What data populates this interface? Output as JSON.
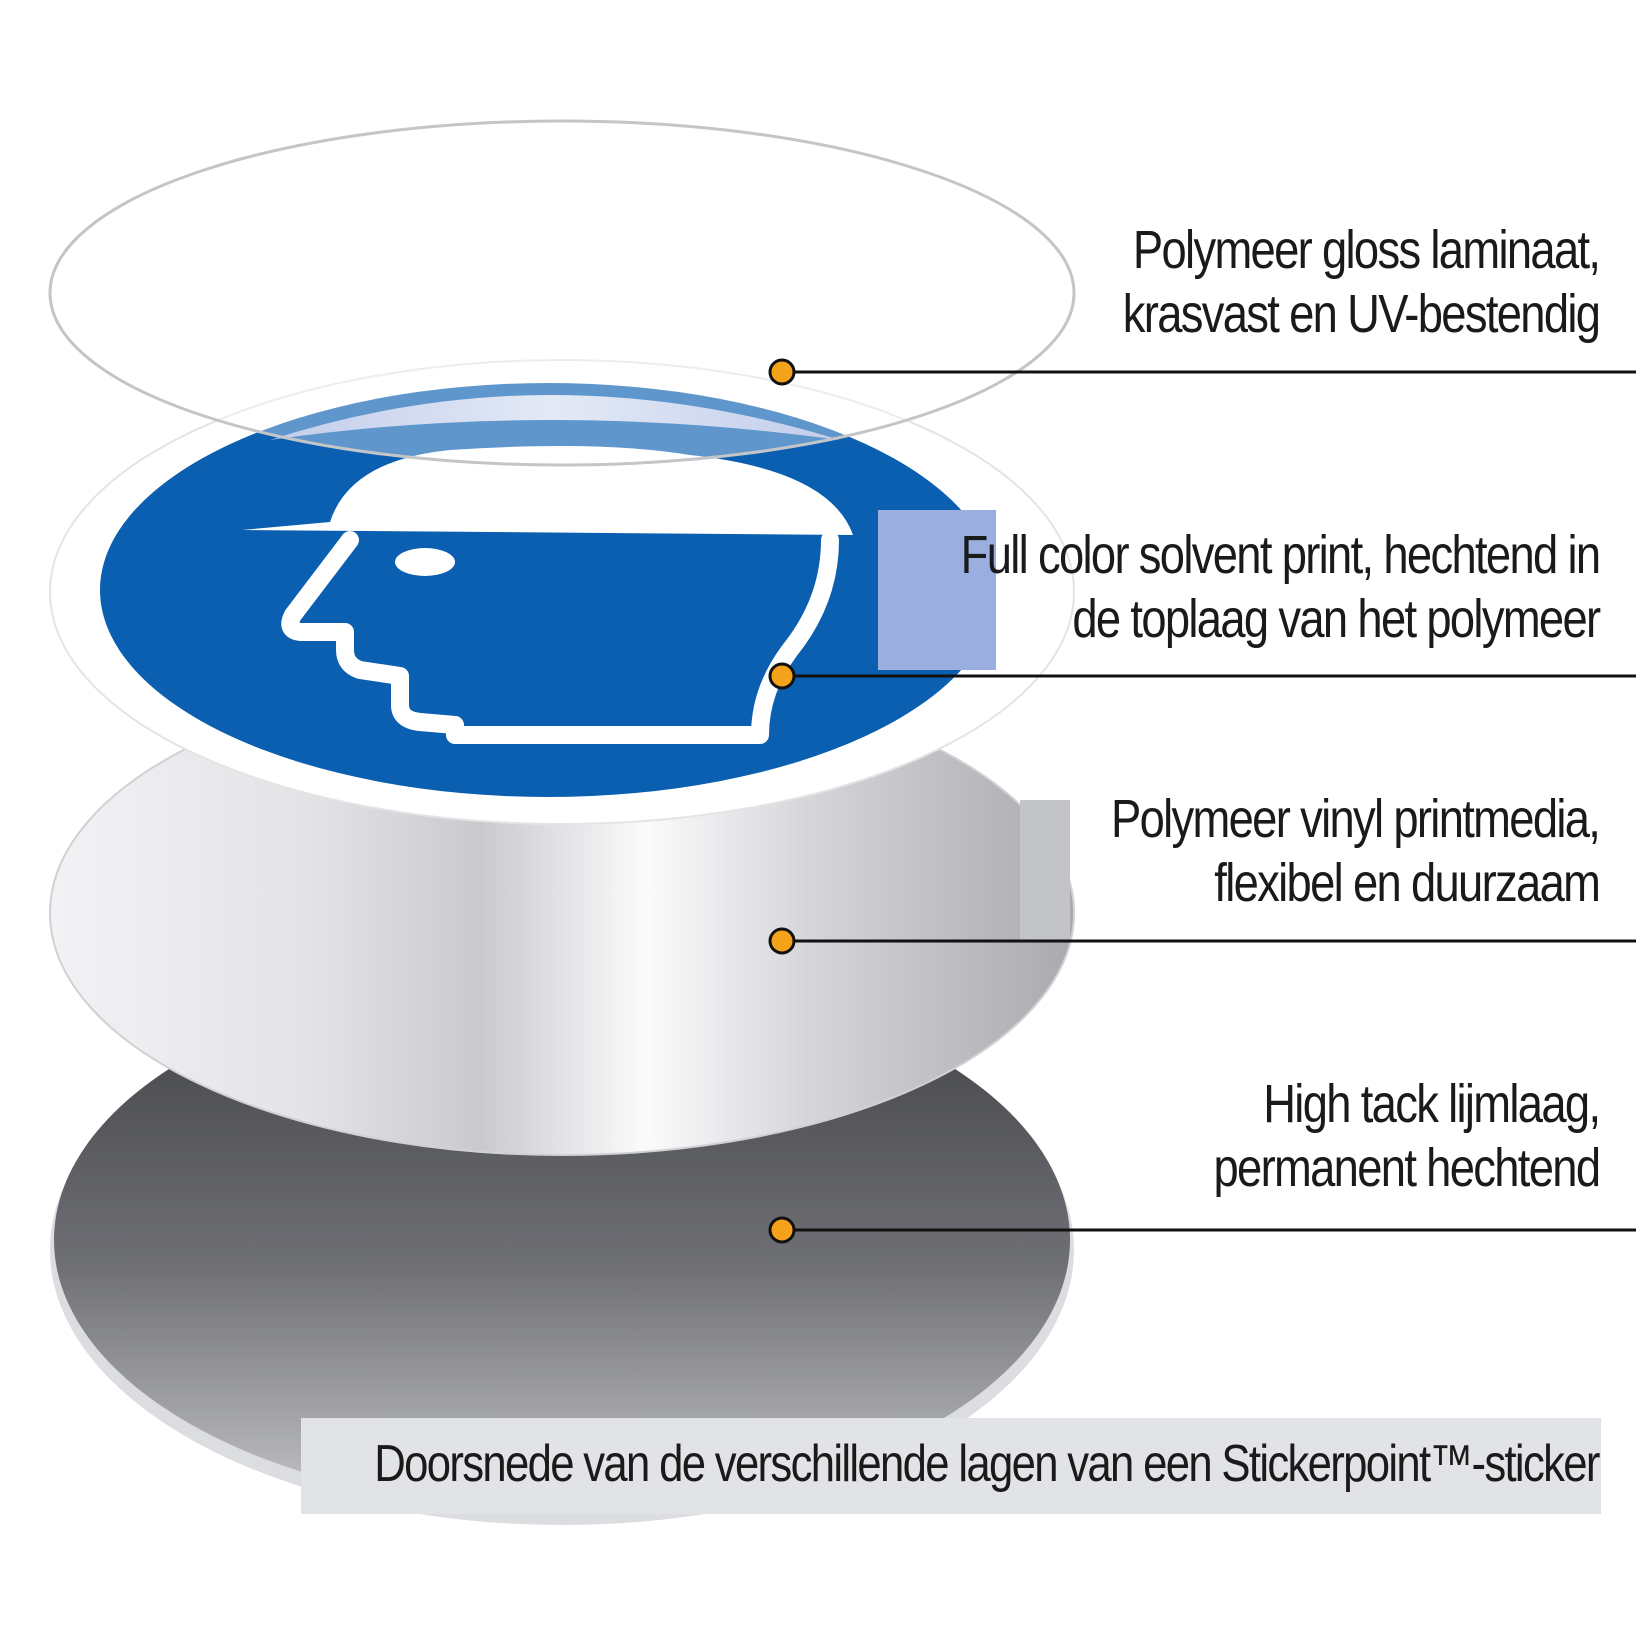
{
  "layers": [
    {
      "id": "laminate",
      "lines": [
        "Polymeer gloss laminaat,",
        "krasvast en UV-bestendig"
      ]
    },
    {
      "id": "print",
      "lines": [
        "Full color solvent print, hechtend in",
        "de toplaag van het polymeer"
      ]
    },
    {
      "id": "vinyl",
      "lines": [
        "Polymeer vinyl printmedia,",
        "flexibel en duurzaam"
      ]
    },
    {
      "id": "adhesive",
      "lines": [
        "High tack lijmlaag,",
        "permanent hechtend"
      ]
    }
  ],
  "caption": "Doorsnede van de verschillende lagen van een Stickerpoint™-sticker",
  "sign": {
    "icon": "hard-hat-head-icon",
    "color": "#0a5fb0"
  },
  "colors": {
    "callout_dot": "#f5a21b",
    "callout_line": "#111111",
    "adhesive_layer": "#6b6c70",
    "vinyl_layer": "#e2e3e6",
    "text": "#1a1a1a"
  }
}
